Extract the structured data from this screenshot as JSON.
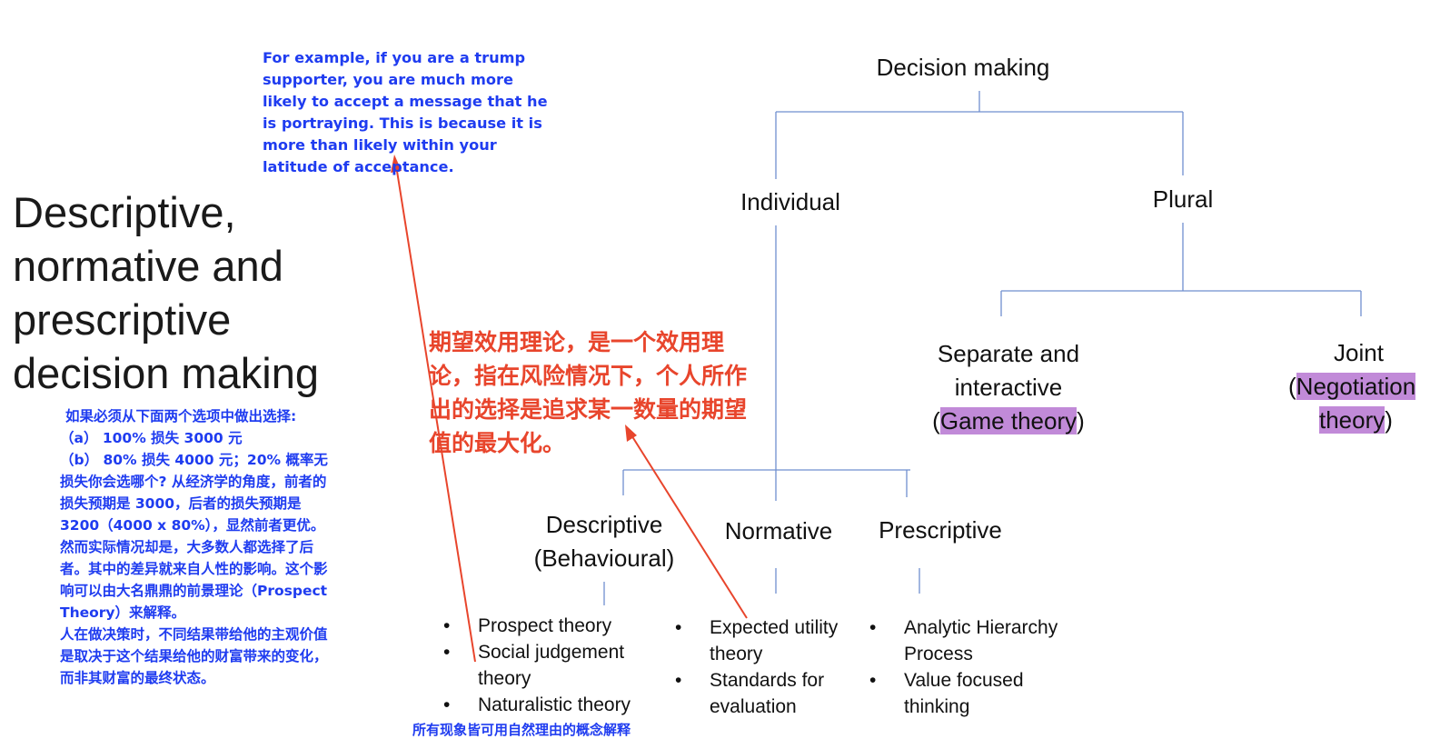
{
  "title_lines": [
    "Descriptive,",
    "normative and",
    "prescriptive",
    "decision making"
  ],
  "example_note_lines": [
    "For example, if you are a trump",
    "supporter, you are much more",
    "likely to accept a message that he",
    "is portraying. This is because it is",
    "more than likely within your",
    "latitude of acceptance."
  ],
  "prospect_note_lines": [
    "如果必须从下面两个选项中做出选择:",
    "（a） 100% 损失 3000 元",
    "（b） 80% 损失 4000 元；20% 概率无",
    "损失你会选哪个? 从经济学的角度，前者的",
    "损失预期是 3000，后者的损失预期是",
    "3200（4000 x 80%），显然前者更优。",
    "然而实际情况却是，大多数人都选择了后",
    "者。其中的差异就来自人性的影响。这个影",
    "响可以由大名鼎鼎的前景理论（Prospect",
    "Theory）来解释。",
    "人在做决策时，不同结果带给他的主观价值",
    "是取决于这个结果给他的财富带来的变化，",
    "而非其财富的最终状态。"
  ],
  "utility_note_lines": [
    "期望效用理论，是一个效用理",
    "论，指在风险情况下，个人所作",
    "出的选择是追求某一数量的期望",
    "值的最大化。"
  ],
  "tree": {
    "root": "Decision making",
    "individual": "Individual",
    "plural": "Plural",
    "separate_line1": "Separate and",
    "separate_line2": "interactive",
    "separate_paren_open": "(",
    "separate_highlight": "Game theory",
    "separate_paren_close": ")",
    "joint_line1": "Joint",
    "joint_paren_open": "(",
    "joint_highlight_line1": "Negotiation",
    "joint_highlight_line2": "theory",
    "joint_paren_close": ")",
    "descriptive_line1": "Descriptive",
    "descriptive_line2": "(Behavioural)",
    "normative": "Normative",
    "prescriptive": "Prescriptive"
  },
  "descriptive_items": [
    {
      "line1": "Prospect theory",
      "line2": ""
    },
    {
      "line1": "Social judgement",
      "line2": "theory"
    },
    {
      "line1": "Naturalistic theory",
      "line2": ""
    }
  ],
  "normative_items": [
    {
      "line1": "Expected utility",
      "line2": "theory"
    },
    {
      "line1": "Standards for",
      "line2": "evaluation"
    }
  ],
  "prescriptive_items": [
    {
      "line1": "Analytic Hierarchy",
      "line2": "Process"
    },
    {
      "line1": "Value focused",
      "line2": "thinking"
    }
  ],
  "naturalistic_note": "所有现象皆可用自然理由的概念解释",
  "colors": {
    "note_blue": "#1f3cf0",
    "note_red": "#e8452c",
    "connector_blue": "#6f8fcf",
    "highlight_purple": "#c18ad8"
  }
}
